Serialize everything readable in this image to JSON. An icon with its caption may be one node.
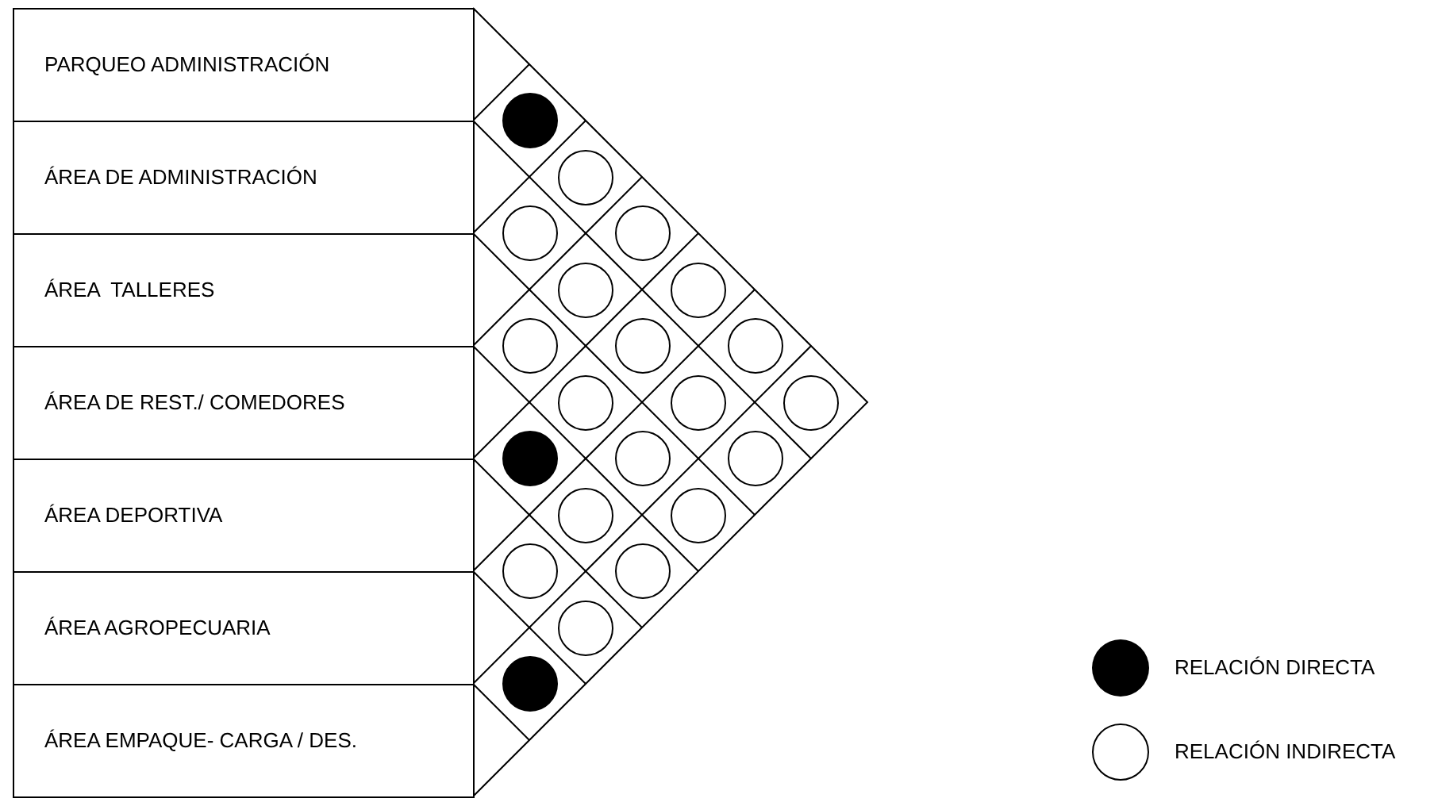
{
  "diagram": {
    "nodes": [
      {
        "text": [
          "PARQUEO ADMINISTRACIÓN"
        ]
      },
      {
        "text": [
          "ÁREA DE ADMINISTRACIÓN"
        ]
      },
      {
        "text": [
          "ÁREA  TALLERES"
        ]
      },
      {
        "text": [
          "ÁREA DE REST./ COMEDORES"
        ]
      },
      {
        "text": [
          "ÁREA DEPORTIVA"
        ]
      },
      {
        "text": [
          "ÁREA AGROPECUARIA"
        ]
      },
      {
        "text": [
          "ÁREA EMPAQUE- CARGA / DES."
        ]
      },
      {
        "text": [],
        "shape": "dot"
      },
      {
        "text": [],
        "shape": "circle"
      },
      {
        "text": [],
        "shape": "circle"
      },
      {
        "text": [],
        "shape": "circle"
      },
      {
        "text": [],
        "shape": "circle"
      },
      {
        "text": [],
        "shape": "circle"
      },
      {
        "text": [],
        "shape": "circle"
      },
      {
        "text": [],
        "shape": "circle"
      },
      {
        "text": [],
        "shape": "circle"
      },
      {
        "text": [],
        "shape": "circle"
      },
      {
        "text": [],
        "shape": "circle"
      },
      {
        "text": [],
        "shape": "circle"
      },
      {
        "text": [],
        "shape": "dot"
      },
      {
        "text": [],
        "shape": "circle"
      },
      {
        "text": [],
        "shape": "circle"
      },
      {
        "text": [],
        "shape": "circle"
      },
      {
        "text": [],
        "shape": "circle"
      },
      {
        "text": [],
        "shape": "circle"
      },
      {
        "text": [],
        "shape": "circle"
      },
      {
        "text": [],
        "shape": "circle"
      },
      {
        "text": [],
        "shape": "dot"
      }
    ],
    "legend": [
      {
        "text": "RELACIÓN DIRECTA",
        "color": "#000000"
      },
      {
        "text": "RELACIÓN INDIRECTA"
      }
    ]
  }
}
